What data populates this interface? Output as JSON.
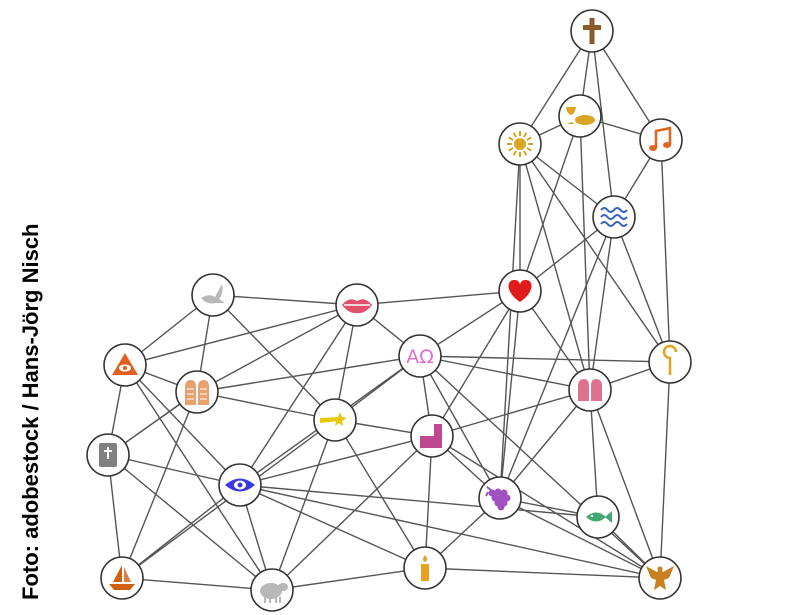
{
  "photo_credit": "Foto: adobestock / Hans-Jörg Nisch",
  "alpha_omega": "AΩ",
  "nodes": [
    {
      "id": "cross",
      "icon": "cross-icon"
    },
    {
      "id": "bread-chalice",
      "icon": "bread-chalice-icon"
    },
    {
      "id": "sun",
      "icon": "sun-icon"
    },
    {
      "id": "music",
      "icon": "music-note-icon"
    },
    {
      "id": "water",
      "icon": "water-waves-icon"
    },
    {
      "id": "heart",
      "icon": "heart-icon"
    },
    {
      "id": "crozier",
      "icon": "crozier-icon"
    },
    {
      "id": "praying-hands",
      "icon": "praying-hands-icon"
    },
    {
      "id": "lips",
      "icon": "lips-icon"
    },
    {
      "id": "dove",
      "icon": "dove-icon"
    },
    {
      "id": "alpha-omega",
      "icon": "alpha-omega-icon"
    },
    {
      "id": "trinity-eye",
      "icon": "trinity-eye-icon"
    },
    {
      "id": "tablets",
      "icon": "commandment-tablets-icon"
    },
    {
      "id": "bible",
      "icon": "bible-icon"
    },
    {
      "id": "comet",
      "icon": "comet-icon"
    },
    {
      "id": "church",
      "icon": "church-icon"
    },
    {
      "id": "eye",
      "icon": "eye-icon"
    },
    {
      "id": "grapes",
      "icon": "grapes-icon"
    },
    {
      "id": "fish",
      "icon": "fish-icon"
    },
    {
      "id": "boat",
      "icon": "boat-icon"
    },
    {
      "id": "lamb",
      "icon": "lamb-icon"
    },
    {
      "id": "candle",
      "icon": "candle-icon"
    },
    {
      "id": "eagle",
      "icon": "eagle-icon"
    }
  ],
  "edges": [
    [
      "cross",
      "sun"
    ],
    [
      "cross",
      "bread-chalice"
    ],
    [
      "cross",
      "music"
    ],
    [
      "cross",
      "water"
    ],
    [
      "bread-chalice",
      "sun"
    ],
    [
      "bread-chalice",
      "music"
    ],
    [
      "bread-chalice",
      "heart"
    ],
    [
      "bread-chalice",
      "praying-hands"
    ],
    [
      "sun",
      "water"
    ],
    [
      "sun",
      "heart"
    ],
    [
      "sun",
      "praying-hands"
    ],
    [
      "sun",
      "crozier"
    ],
    [
      "sun",
      "grapes"
    ],
    [
      "music",
      "water"
    ],
    [
      "music",
      "crozier"
    ],
    [
      "water",
      "heart"
    ],
    [
      "water",
      "praying-hands"
    ],
    [
      "water",
      "crozier"
    ],
    [
      "water",
      "grapes"
    ],
    [
      "heart",
      "lips"
    ],
    [
      "heart",
      "alpha-omega"
    ],
    [
      "heart",
      "praying-hands"
    ],
    [
      "heart",
      "church"
    ],
    [
      "heart",
      "grapes"
    ],
    [
      "crozier",
      "alpha-omega"
    ],
    [
      "crozier",
      "praying-hands"
    ],
    [
      "crozier",
      "eagle"
    ],
    [
      "praying-hands",
      "church"
    ],
    [
      "praying-hands",
      "grapes"
    ],
    [
      "praying-hands",
      "fish"
    ],
    [
      "praying-hands",
      "alpha-omega"
    ],
    [
      "praying-hands",
      "eagle"
    ],
    [
      "dove",
      "lips"
    ],
    [
      "dove",
      "trinity-eye"
    ],
    [
      "dove",
      "tablets"
    ],
    [
      "dove",
      "comet"
    ],
    [
      "lips",
      "tablets"
    ],
    [
      "lips",
      "alpha-omega"
    ],
    [
      "lips",
      "eye"
    ],
    [
      "lips",
      "trinity-eye"
    ],
    [
      "lips",
      "comet"
    ],
    [
      "trinity-eye",
      "tablets"
    ],
    [
      "trinity-eye",
      "bible"
    ],
    [
      "trinity-eye",
      "eye"
    ],
    [
      "trinity-eye",
      "lamb"
    ],
    [
      "tablets",
      "alpha-omega"
    ],
    [
      "tablets",
      "comet"
    ],
    [
      "tablets",
      "bible"
    ],
    [
      "tablets",
      "boat"
    ],
    [
      "alpha-omega",
      "church"
    ],
    [
      "alpha-omega",
      "comet"
    ],
    [
      "alpha-omega",
      "eye"
    ],
    [
      "alpha-omega",
      "eagle"
    ],
    [
      "comet",
      "church"
    ],
    [
      "comet",
      "lamb"
    ],
    [
      "comet",
      "candle"
    ],
    [
      "comet",
      "boat"
    ],
    [
      "church",
      "eye"
    ],
    [
      "church",
      "candle"
    ],
    [
      "church",
      "grapes"
    ],
    [
      "church",
      "lamb"
    ],
    [
      "church",
      "eagle"
    ],
    [
      "bible",
      "eye"
    ],
    [
      "bible",
      "boat"
    ],
    [
      "bible",
      "lamb"
    ],
    [
      "bible",
      "tablets"
    ],
    [
      "eye",
      "candle"
    ],
    [
      "eye",
      "fish"
    ],
    [
      "eye",
      "boat"
    ],
    [
      "eye",
      "lamb"
    ],
    [
      "eye",
      "eagle"
    ],
    [
      "grapes",
      "fish"
    ],
    [
      "grapes",
      "candle"
    ],
    [
      "grapes",
      "eagle"
    ],
    [
      "fish",
      "eagle"
    ],
    [
      "candle",
      "eagle"
    ],
    [
      "candle",
      "lamb"
    ],
    [
      "boat",
      "lamb"
    ],
    [
      "alpha-omega",
      "grapes"
    ]
  ],
  "colors": {
    "cross": "#8B5A2B",
    "gold": "#DAA520",
    "music": "#E0651E",
    "water": "#3A63C8",
    "heart": "#E01B1B",
    "pink": "#E07090",
    "lips": "#E0506A",
    "dove": "#B8B8B8",
    "trinity": "#E06020",
    "tablets": "#E8A070",
    "bible": "#808080",
    "comet": "#E8C800",
    "church": "#C04890",
    "eye": "#3A3AE0",
    "grapes": "#A050C0",
    "fish": "#40A870",
    "boat": "#D06010",
    "lamb": "#B8B8B8",
    "candle": "#E8A020",
    "eagle": "#C88020",
    "alpha_omega": "#E070D0"
  }
}
